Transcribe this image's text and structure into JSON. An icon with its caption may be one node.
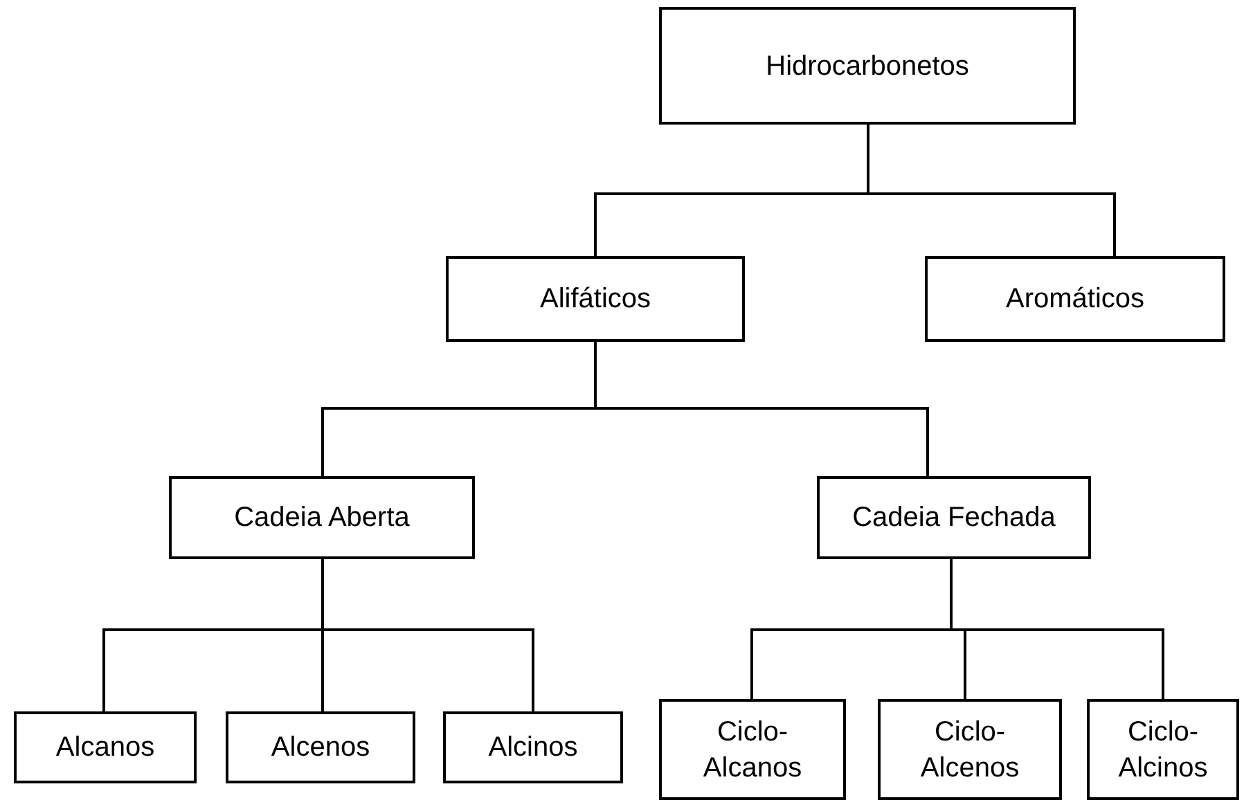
{
  "diagram": {
    "nodes": [
      {
        "text": [
          "Hidrocarbonetos"
        ]
      },
      {
        "text": [
          "Alifáticos"
        ]
      },
      {
        "text": [
          "Aromáticos"
        ]
      },
      {
        "text": [
          "Cadeia Aberta"
        ]
      },
      {
        "text": [
          "Cadeia Fechada"
        ]
      },
      {
        "text": [
          "Alcanos"
        ]
      },
      {
        "text": [
          "Alcenos"
        ]
      },
      {
        "text": [
          "Alcinos"
        ]
      },
      {
        "text": [
          "Ciclo- Alcanos"
        ]
      },
      {
        "text": [
          "Ciclo- Alcenos"
        ]
      },
      {
        "text": [
          "Ciclo- Alcinos"
        ]
      }
    ],
    "edges": [
      {
        "from": 0,
        "to": 1,
        "arrow": "none"
      },
      {
        "from": 0,
        "to": 2,
        "arrow": "none"
      },
      {
        "from": 1,
        "to": 3,
        "arrow": "none"
      },
      {
        "from": 1,
        "to": 4,
        "arrow": "none"
      },
      {
        "from": 3,
        "to": 5,
        "arrow": "none"
      },
      {
        "from": 3,
        "to": 6,
        "arrow": "none"
      },
      {
        "from": 3,
        "to": 7,
        "arrow": "none"
      },
      {
        "from": 4,
        "to": 8,
        "arrow": "none"
      },
      {
        "from": 4,
        "to": 9,
        "arrow": "none"
      },
      {
        "from": 4,
        "to": 10,
        "arrow": "none"
      }
    ]
  }
}
